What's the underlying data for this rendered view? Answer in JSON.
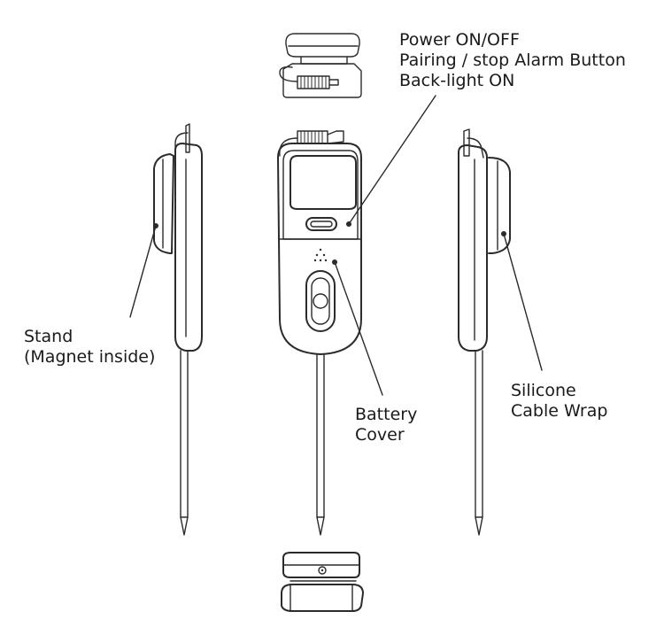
{
  "callouts": {
    "power": [
      "Power ON/OFF",
      "Pairing / stop Alarm Button",
      "Back-light ON"
    ],
    "stand": [
      "Stand",
      "(Magnet inside)"
    ],
    "battery": [
      "Battery",
      "Cover"
    ],
    "cable": [
      "Silicone",
      "Cable Wrap"
    ]
  },
  "colors": {
    "line": "#2b2b2b",
    "background": "#ffffff",
    "text": "#1a1a1a"
  }
}
